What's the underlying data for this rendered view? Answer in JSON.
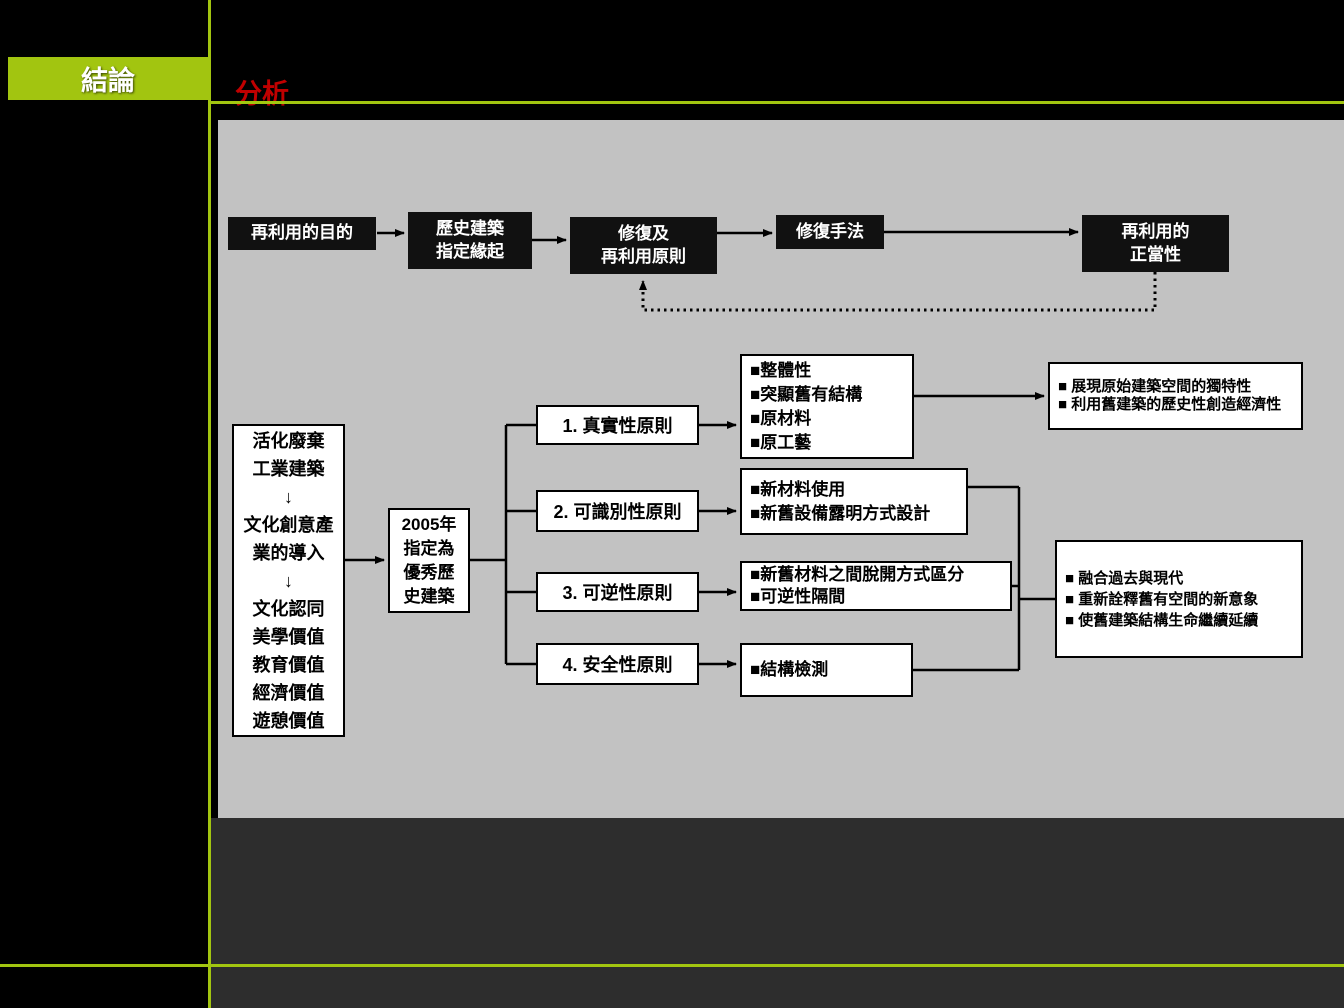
{
  "header": {
    "tab_label": "結論",
    "section_title": "分析"
  },
  "top_flow": {
    "reuse_purpose": "再利用的目的",
    "historic_designation": "歷史建築\n指定緣起",
    "restoration_reuse_principles": "修復及\n再利用原則",
    "restoration_methods": "修復手法",
    "reuse_legitimacy": "再利用的\n正當性"
  },
  "left_flow": {
    "values_box": "活化廢棄\n工業建築\n↓\n文化創意產\n業的導入\n↓\n文化認同\n美學價值\n教育價值\n經濟價值\n遊憩價值",
    "designation_2005": "2005年\n指定為\n優秀歷\n史建築"
  },
  "principles": [
    {
      "label": "1. 真實性原則",
      "details": "■整體性\n■突顯舊有結構\n■原材料\n■原工藝"
    },
    {
      "label": "2. 可識別性原則",
      "details": "■新材料使用\n■新舊設備露明方式設計"
    },
    {
      "label": "3. 可逆性原則",
      "details": "■新舊材料之間脫開方式區分\n■可逆性隔間"
    },
    {
      "label": "4. 安全性原則",
      "details": "■結構檢測"
    }
  ],
  "outcomes": {
    "authenticity_outcome": "■ 展現原始建築空間的獨特性\n■ 利用舊建築的歷史性創造經濟性",
    "combined_outcome": "■ 融合過去與現代\n■ 重新詮釋舊有空間的新意象\n■ 使舊建築結構生命繼續延續"
  },
  "colors": {
    "accent_green": "#a2c510",
    "heading_red": "#c00000",
    "panel_gray": "#c2c2c2",
    "box_black": "#111111",
    "dark_band": "#2d2d2d"
  }
}
